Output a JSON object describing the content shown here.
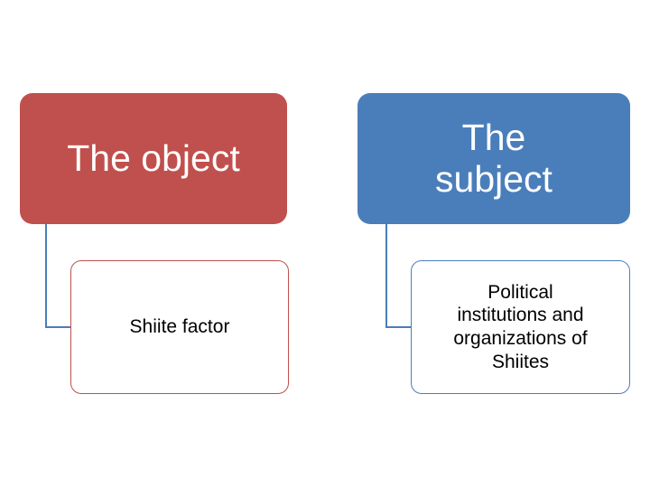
{
  "diagram": {
    "type": "hierarchy",
    "nodes": {
      "object": {
        "label": "The object",
        "fill": "#c0504d",
        "text_color": "#ffffff"
      },
      "subject": {
        "label": "The\nsubject",
        "fill": "#4a7ebb",
        "text_color": "#ffffff"
      },
      "shiite_factor": {
        "label": "Shiite factor",
        "fill": "#ffffff",
        "border": "#c0504d",
        "text_color": "#000000"
      },
      "political_institutions": {
        "label": "Political\ninstitutions and\norganizations of\nShiites",
        "fill": "#ffffff",
        "border": "#4a7ebb",
        "text_color": "#000000"
      }
    },
    "connectors": [
      {
        "from": "object",
        "to": "shiite_factor",
        "color": "#4a7ebb"
      },
      {
        "from": "subject",
        "to": "political_institutions",
        "color": "#4a7ebb"
      }
    ]
  }
}
